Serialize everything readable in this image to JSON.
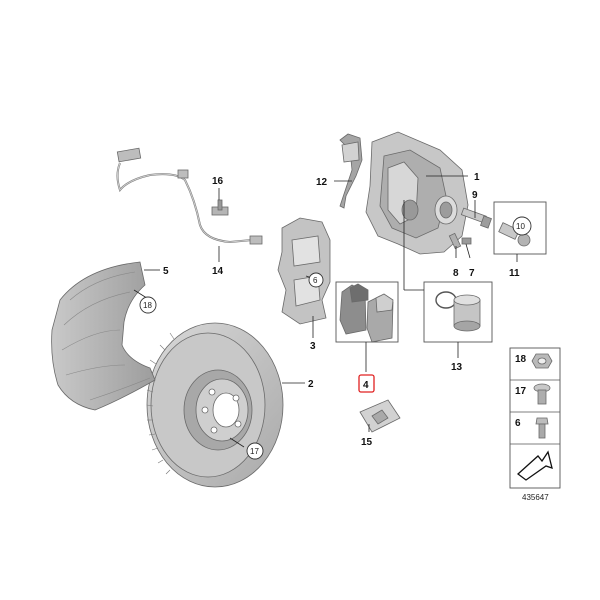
{
  "diagram": {
    "callouts": {
      "c1": "1",
      "c2": "2",
      "c3": "3",
      "c4": "4",
      "c5": "5",
      "c6": "6",
      "c7": "7",
      "c8": "8",
      "c9": "9",
      "c10": "10",
      "c11": "11",
      "c12": "12",
      "c13": "13",
      "c14": "14",
      "c15": "15",
      "c16": "16",
      "c17": "17",
      "c18": "18"
    },
    "legend": {
      "l18": "18",
      "l17": "17",
      "l6": "6"
    },
    "diagram_number": "435647",
    "colors": {
      "part_fill": "#bdbdbd",
      "part_dark": "#8c8c8c",
      "part_light": "#dedede",
      "highlight": "#e02020"
    }
  }
}
